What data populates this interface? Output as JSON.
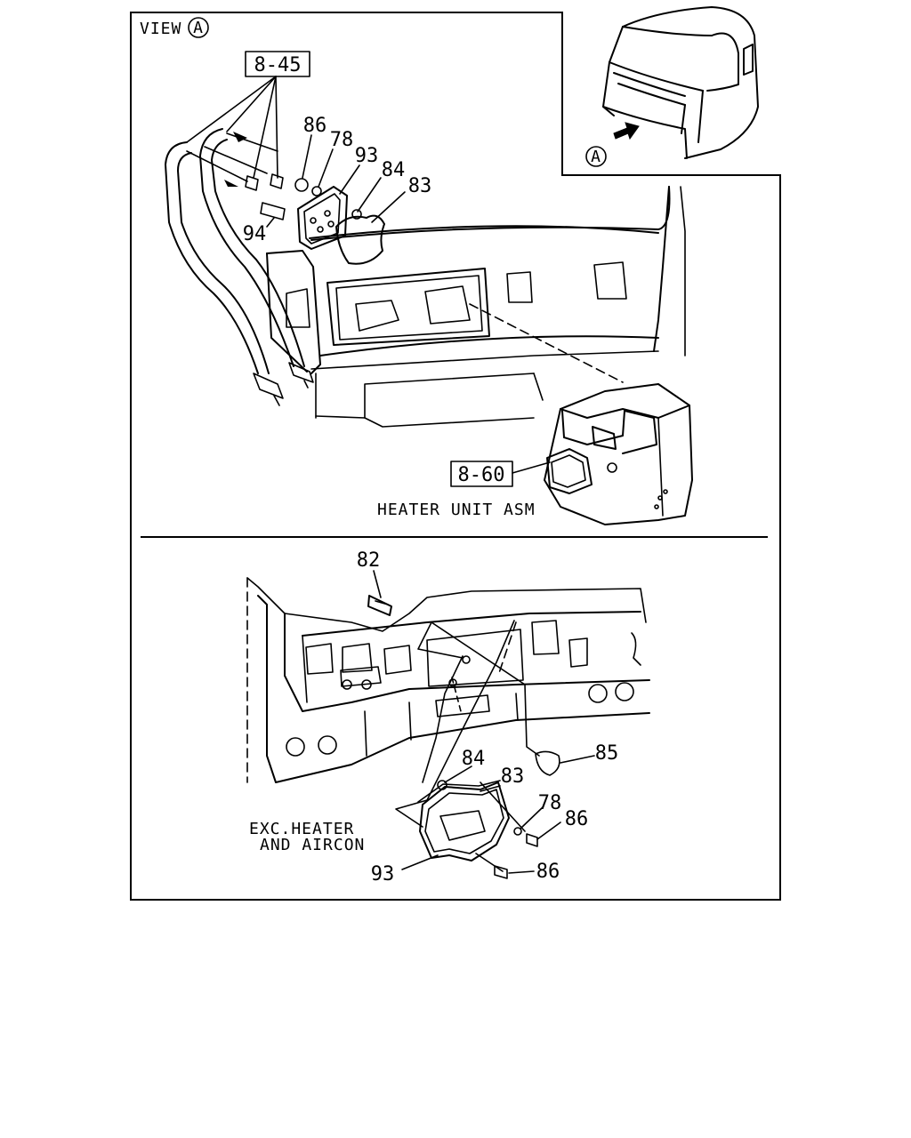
{
  "view_label": "VIEW",
  "view_marker": "A",
  "inset_marker": "A",
  "refs": {
    "r845": "8-45",
    "r860": "8-60"
  },
  "top_callouts": {
    "c86": "86",
    "c78": "78",
    "c93": "93",
    "c84": "84",
    "c83": "83",
    "c94": "94"
  },
  "heater_caption": "HEATER UNIT ASM",
  "bottom_callouts": {
    "c82": "82",
    "c84": "84",
    "c83": "83",
    "c85": "85",
    "c78": "78",
    "c86a": "86",
    "c93": "93",
    "c86b": "86"
  },
  "exc_caption": {
    "line1": "EXC.HEATER",
    "line2": "AND AIRCON"
  }
}
